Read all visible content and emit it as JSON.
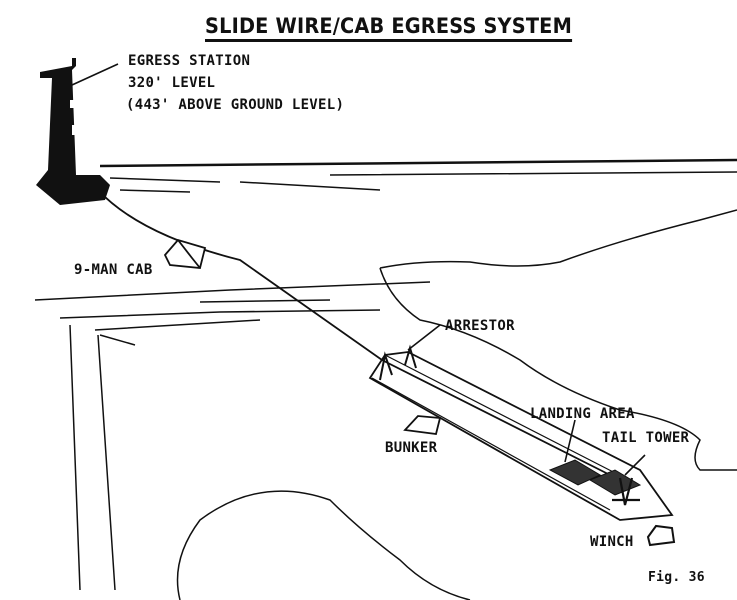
{
  "title": "SLIDE WIRE/CAB EGRESS SYSTEM",
  "labels": {
    "egress_station": "EGRESS STATION",
    "level": "320' LEVEL",
    "above_ground": "(443' ABOVE GROUND LEVEL)",
    "cab": "9-MAN CAB",
    "arrestor": "ARRESTOR",
    "bunker": "BUNKER",
    "landing_area": "LANDING AREA",
    "tail_tower": "TAIL TOWER",
    "winch": "WINCH"
  },
  "figure_number": "Fig. 36"
}
